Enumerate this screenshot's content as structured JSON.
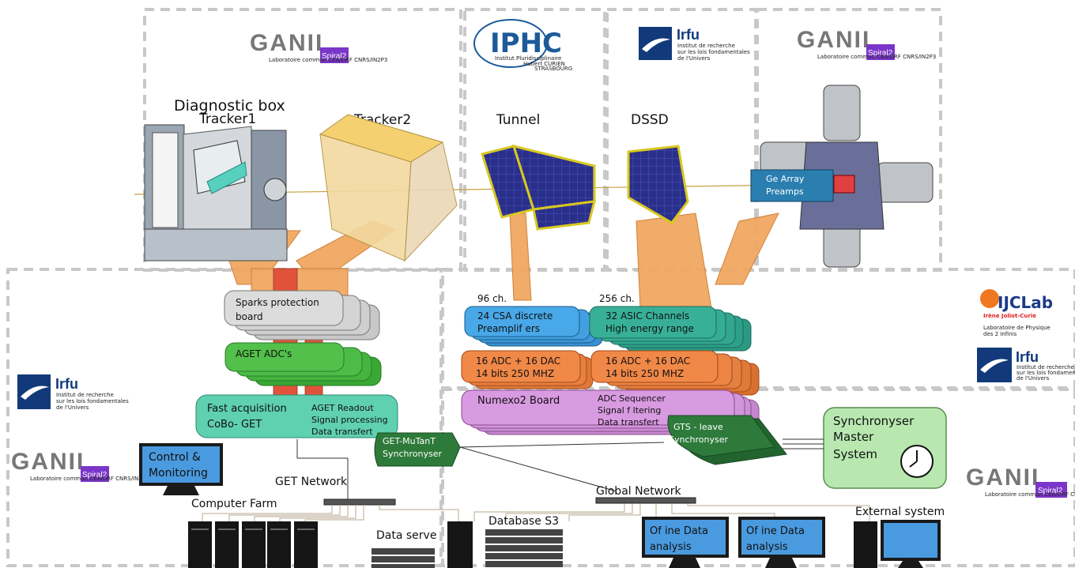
{
  "detectors": {
    "diagnostic_box": "Diagnostic box",
    "tracker1": "Tracker1",
    "tracker2": "Tracker2",
    "tunnel": "Tunnel",
    "dssd": "DSSD",
    "ge_array": [
      "Ge Array",
      "Preamps"
    ]
  },
  "front_end": {
    "sparks": [
      "Sparks protection",
      "board"
    ],
    "aget_adc": "AGET ADC's",
    "fast_acq": [
      "Fast acquisition",
      "CoBo- GET"
    ],
    "aget_readout": [
      "AGET Readout",
      "Signal processing",
      "Data transfert"
    ],
    "ch96": "96 ch.",
    "ch256": "256 ch.",
    "csa": [
      "24 CSA discrete",
      "Preamplif ers"
    ],
    "asic": [
      "32 ASIC Channels",
      "High energy range"
    ],
    "adc_left": [
      "16 ADC + 16 DAC",
      "14 bits 250 MHZ"
    ],
    "adc_right": [
      "16 ADC + 16 DAC",
      "14 bits 250 MHZ"
    ],
    "numexo": "Numexo2 Board",
    "numexo_desc": [
      "ADC Sequencer",
      "Signal f ltering",
      "Data transfert"
    ]
  },
  "sync": {
    "get_mutant": [
      "GET-MuTanT",
      "Synchronyser"
    ],
    "gts": [
      "GTS - leave",
      "Synchronyser"
    ],
    "master": [
      "Synchronyser",
      "Master",
      "System"
    ]
  },
  "network": {
    "control": [
      "Control &",
      "Monitoring"
    ],
    "get_network": "GET Network",
    "computer_farm": "Computer Farm",
    "data_server": "Data serve",
    "database": "Database S3",
    "global_network": "Global Network",
    "offline1": [
      "Of  ine Data",
      "analysis"
    ],
    "offline2": [
      "Of  ine Data",
      "analysis"
    ],
    "external": "External system"
  },
  "logos": {
    "ganil": "GANIL",
    "spiral2": "Spiral2",
    "ganil_sub": "Laboratoire commun CEA/DRF  CNRS/IN2P3",
    "iphc_big": "IPHC",
    "iphc_sub": [
      "Institut Pluridisciplinaire",
      "Hubert CURIEN",
      "STRASBOURG"
    ],
    "irfu": "Irfu",
    "irfu_sub": [
      "Institut de recherche",
      "sur les lois fondamentales",
      "de l'Univers"
    ],
    "ijclab": "IJCLab",
    "ijclab_sub": [
      "Irène Joliot-Curie",
      "Laboratoire de Physique",
      "des 2 Infinis"
    ]
  },
  "colors": {
    "dashed": "#c8c8c8",
    "orange_flex": "#f0a860",
    "red_flex": "#e0533a",
    "sparks": "#d4d4d4",
    "aget": "#52c04a",
    "fast": "#5fd0b0",
    "csa": "#48a8e8",
    "asic": "#38b098",
    "adc": "#f08848",
    "numexo": "#d89ae0",
    "sync_green": "#2e7a3a",
    "master": "#b8e8b0",
    "screen": "#4a9adf",
    "irfu_blue": "#123a7a",
    "ganil_purple": "#7a36c8",
    "iphc_blue": "#1c5a9a"
  }
}
